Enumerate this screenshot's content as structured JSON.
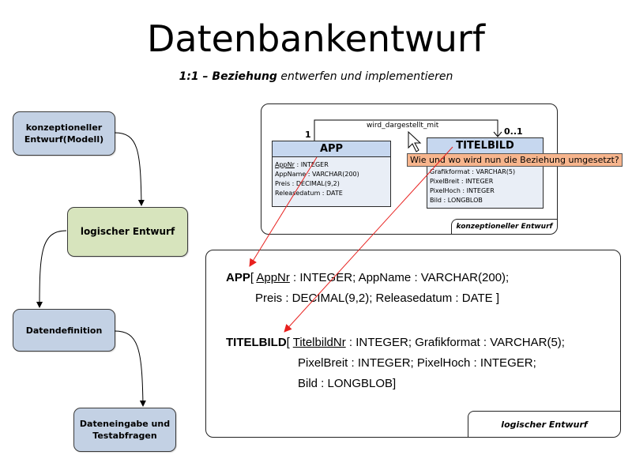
{
  "title": "Datenbankentwurf",
  "subtitle": {
    "bold": "1:1 – Beziehung",
    "rest": " entwerfen und implementieren"
  },
  "flow_steps": [
    {
      "label_line1": "konzeptioneller",
      "label_line2": "Entwurf(Modell)"
    },
    {
      "label_line1": "logischer Entwurf",
      "label_line2": ""
    },
    {
      "label_line1": "Datendefinition",
      "label_line2": ""
    },
    {
      "label_line1": "Dateneingabe und",
      "label_line2": "Testabfragen"
    }
  ],
  "conceptual": {
    "panel_label": "konzeptioneller Entwurf",
    "relationship": "wird_dargestellt_mit",
    "card_left": "1",
    "card_right": "0..1",
    "entities": [
      {
        "name": "APP",
        "attributes": [
          {
            "key": "AppNr",
            "type": " : INTEGER"
          },
          {
            "key": "",
            "type": "AppName  : VARCHAR(200)"
          },
          {
            "key": "",
            "type": "Preis : DECIMAL(9,2)"
          },
          {
            "key": "",
            "type": "Releasedatum  : DATE"
          }
        ]
      },
      {
        "name": "TITELBILD",
        "attributes": [
          {
            "key": "",
            "type": "Grafikformat : VARCHAR(5)"
          },
          {
            "key": "",
            "type": "PixelBreit : INTEGER"
          },
          {
            "key": "",
            "type": "PixelHoch  : INTEGER"
          },
          {
            "key": "",
            "type": "Bild : LONGBLOB"
          }
        ]
      }
    ],
    "tooltip": "Wie und wo wird nun die Beziehung umgesetzt?"
  },
  "logical": {
    "panel_label": "logischer Entwurf",
    "app": {
      "name": "APP",
      "open": "[ ",
      "key": "AppNr",
      "line1_rest": " : INTEGER; AppName : VARCHAR(200);",
      "line2": "Preis : DECIMAL(9,2); Releasedatum : DATE ]"
    },
    "titelbild": {
      "name": "TITELBILD",
      "open": "[ ",
      "key": "TitelbildNr",
      "line1_rest": " : INTEGER; Grafikformat : VARCHAR(5);",
      "line2": "PixelBreit : INTEGER; PixelHoch : INTEGER;",
      "line3": "Bild : LONGBLOB]"
    }
  },
  "colors": {
    "arrow_red": "#e8201e",
    "flow_blue": "#c3d1e4",
    "flow_green": "#d7e4bd",
    "entity_head": "#c6d7ef",
    "tooltip_bg": "#f7b58d"
  }
}
